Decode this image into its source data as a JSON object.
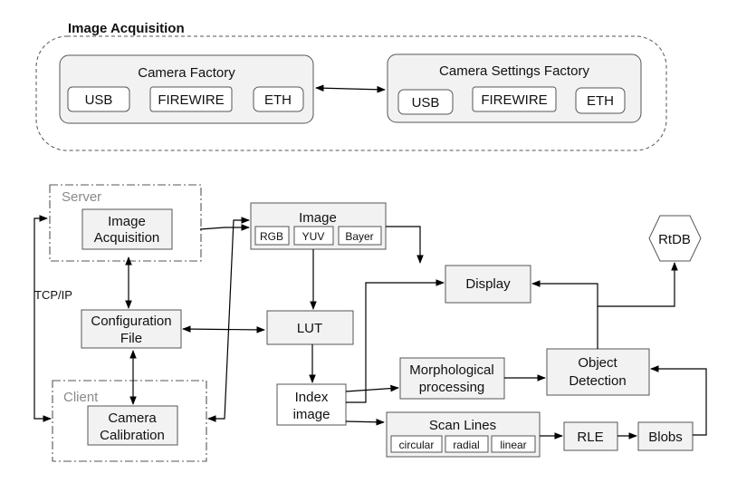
{
  "acquisition_group": {
    "title": "Image Acquisition",
    "camera_factory": {
      "title": "Camera Factory",
      "items": [
        "USB",
        "FIREWIRE",
        "ETH"
      ]
    },
    "camera_settings_factory": {
      "title": "Camera Settings Factory",
      "items": [
        "USB",
        "FIREWIRE",
        "ETH"
      ]
    }
  },
  "server": {
    "label": "Server",
    "image_acquisition": [
      "Image",
      "Acquisition"
    ]
  },
  "client": {
    "label": "Client",
    "camera_calibration": [
      "Camera",
      "Calibration"
    ]
  },
  "tcp_label": "TCP/IP",
  "configuration_file": [
    "Configuration",
    "File"
  ],
  "image": {
    "title": "Image",
    "formats": [
      "RGB",
      "YUV",
      "Bayer"
    ]
  },
  "lut": "LUT",
  "index_image": [
    "Index",
    "image"
  ],
  "display": "Display",
  "rtdb": "RtDB",
  "morphological": [
    "Morphological",
    "processing"
  ],
  "object_detection": [
    "Object",
    "Detection"
  ],
  "scan_lines": {
    "title": "Scan Lines",
    "types": [
      "circular",
      "radial",
      "linear"
    ]
  },
  "rle": "RLE",
  "blobs": "Blobs"
}
